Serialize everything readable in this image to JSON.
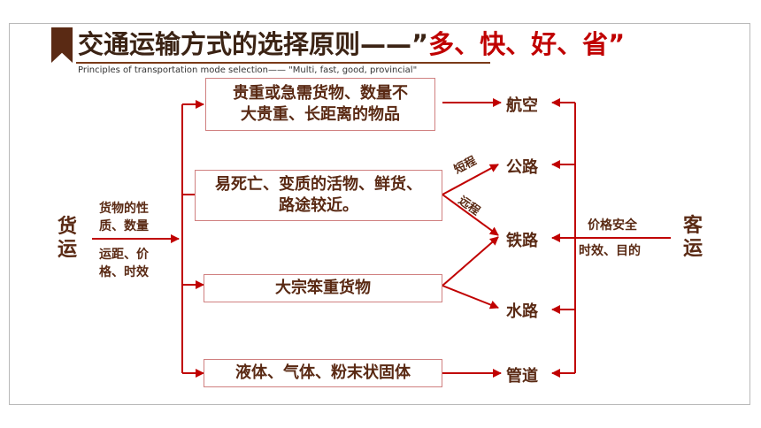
{
  "header": {
    "title_main": "交通运输方式的选择原则——”",
    "title_highlight": "多、快、好、省”",
    "subtitle": "Principles of transportation mode selection—— \"Multi, fast, good, provincial\""
  },
  "left": {
    "freight_label": "货运",
    "cond1_line1": "货物的性",
    "cond1_line2": "质、数量",
    "cond2_line1": "运距、价",
    "cond2_line2": "格、时效"
  },
  "boxes": {
    "box1_line1": "贵重或急需货物、数量不",
    "box1_line2": "大贵重、长距离的物品",
    "box2_line1": "易死亡、变质的活物、鲜货、",
    "box2_line2": "路途较近。",
    "box3": "大宗笨重货物",
    "box4": "液体、气体、粉末状固体"
  },
  "modes": {
    "air": "航空",
    "road": "公路",
    "rail": "铁路",
    "water": "水路",
    "pipeline": "管道"
  },
  "branch": {
    "short": "短程",
    "long": "远程"
  },
  "right": {
    "passenger_label": "客运",
    "factor_line1": "价格安全",
    "factor_line2": "时效、目的"
  },
  "colors": {
    "arrow": "#c00000",
    "text": "#5a2a14",
    "highlight": "#c00000"
  }
}
